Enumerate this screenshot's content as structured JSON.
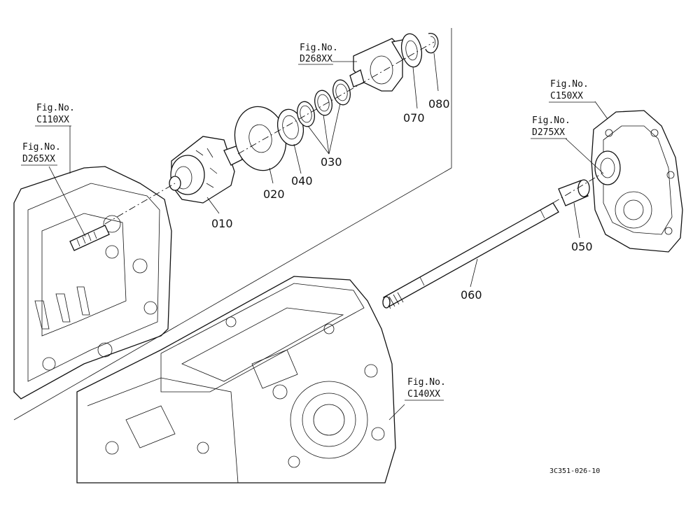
{
  "figure_refs": {
    "d268": {
      "line1": "Fig.No.",
      "line2": "D268XX"
    },
    "c110": {
      "line1": "Fig.No.",
      "line2": "C110XX"
    },
    "d265": {
      "line1": "Fig.No.",
      "line2": "D265XX"
    },
    "c150": {
      "line1": "Fig.No.",
      "line2": "C150XX"
    },
    "d275": {
      "line1": "Fig.No.",
      "line2": "D275XX"
    },
    "c140": {
      "line1": "Fig.No.",
      "line2": "C140XX"
    }
  },
  "parts": {
    "p010": "010",
    "p020": "020",
    "p030": "030",
    "p040": "040",
    "p050": "050",
    "p060": "060",
    "p070": "070",
    "p080": "080"
  },
  "drawing_code": "3C351-026-10"
}
